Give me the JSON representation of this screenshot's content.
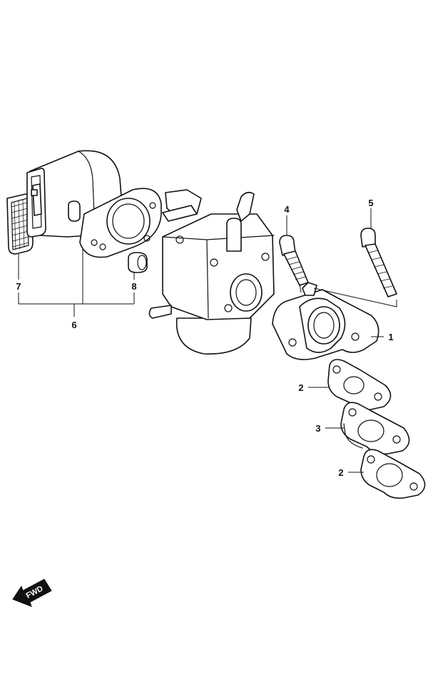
{
  "callouts": [
    {
      "id": "1",
      "label": "1"
    },
    {
      "id": "2a",
      "label": "2"
    },
    {
      "id": "3",
      "label": "3"
    },
    {
      "id": "2b",
      "label": "2"
    },
    {
      "id": "4",
      "label": "4"
    },
    {
      "id": "5",
      "label": "5"
    },
    {
      "id": "6",
      "label": "6"
    },
    {
      "id": "7",
      "label": "7"
    },
    {
      "id": "8",
      "label": "8"
    }
  ],
  "fwd_indicator": {
    "label": "FWD"
  }
}
